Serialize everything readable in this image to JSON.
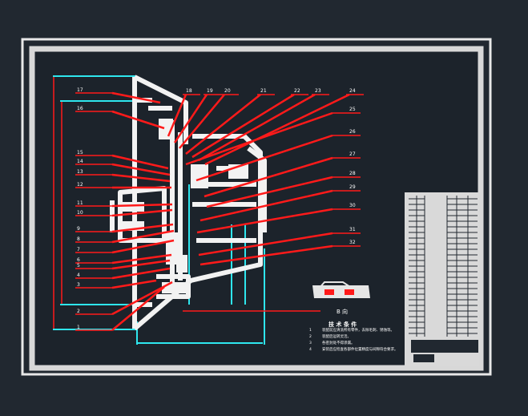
{
  "colors": {
    "background": "#212830",
    "frame": "#e0e0e0",
    "leader": "#ff1a1a",
    "dimension": "#2ee6ee",
    "part": "#f2f2f2",
    "label": "#ffffff"
  },
  "balloons_left": [
    "17",
    "16",
    "15",
    "14",
    "13",
    "12",
    "11",
    "10",
    "9",
    "8",
    "7",
    "6",
    "5",
    "4",
    "3",
    "2",
    "1"
  ],
  "balloons_top": [
    "18",
    "19",
    "20",
    "21",
    "22",
    "23",
    "24"
  ],
  "balloons_right": [
    "25",
    "26",
    "27",
    "28",
    "29",
    "30",
    "31",
    "32"
  ],
  "notes": {
    "view_label": "B 向",
    "title": "技 术 条 件",
    "items": [
      {
        "num": "1",
        "text": "装配前应清洗所有零件，去除毛刺、锈蚀等。"
      },
      {
        "num": "2",
        "text": "装配后运转灵活。"
      },
      {
        "num": "3",
        "text": "各密封处不得渗漏。"
      },
      {
        "num": "4",
        "text": "安装后应检查各部件位置精度与间隙符合要求。"
      }
    ]
  }
}
